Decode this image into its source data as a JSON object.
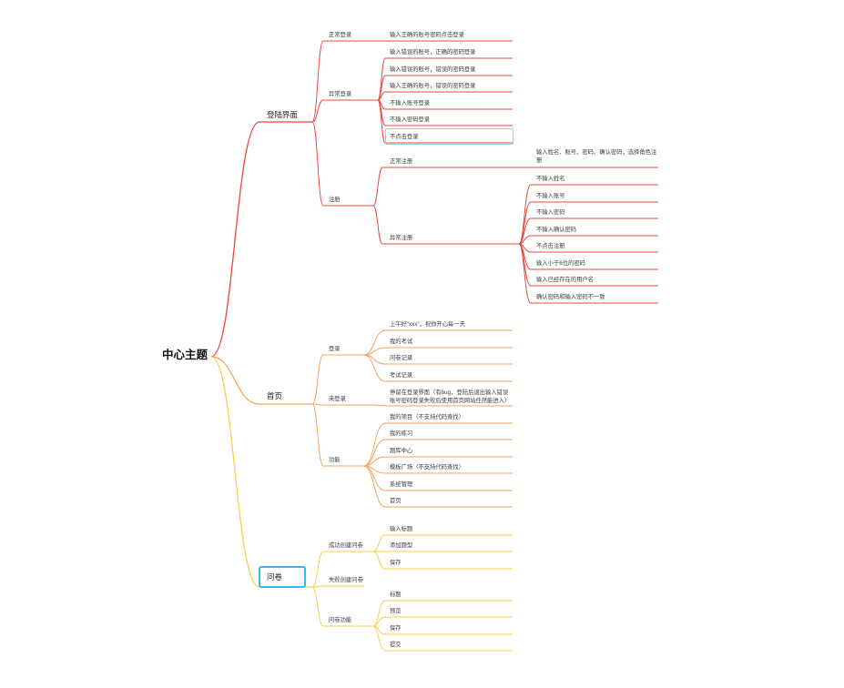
{
  "central_topic": "中心主题",
  "colors": {
    "login_branch": "#e8483d",
    "home_branch": "#f4a35c",
    "survey_branch": "#f6cf50",
    "selection_outline": "#39b5ef",
    "selection_outline_soft": "#8fd2f3"
  },
  "branches": [
    {
      "label": "登陆界面",
      "children": [
        {
          "label": "正常登录",
          "children": [
            {
              "label": "输入正确的账号密码点击登录"
            }
          ]
        },
        {
          "label": "异常登录",
          "children": [
            {
              "label": "输入错误的账号，正确的密码登录"
            },
            {
              "label": "输入错误的账号，错误的密码登录"
            },
            {
              "label": "输入正确的账号，错误的密码登录"
            },
            {
              "label": "不输入账号登录"
            },
            {
              "label": "不输入密码登录"
            },
            {
              "label": "不点击登录"
            }
          ]
        },
        {
          "label": "注册",
          "children": [
            {
              "label": "正常注册",
              "children": [
                {
                  "label": "输入姓名、账号、密码、确认密码，选择角色注册"
                }
              ]
            },
            {
              "label": "异常注册",
              "children": [
                {
                  "label": "不输入姓名"
                },
                {
                  "label": "不输入账号"
                },
                {
                  "label": "不输入密码"
                },
                {
                  "label": "不输入确认密码"
                },
                {
                  "label": "不点击注册"
                },
                {
                  "label": "输入小于6位的密码"
                },
                {
                  "label": "输入已经存在的用户名"
                },
                {
                  "label": "确认密码和输入密码不一致"
                }
              ]
            }
          ]
        }
      ]
    },
    {
      "label": "首页",
      "children": [
        {
          "label": "登录",
          "children": [
            {
              "label": "上午好“xxx”，祝你开心每一天"
            },
            {
              "label": "我的考试"
            },
            {
              "label": "问卷记录"
            },
            {
              "label": "考试记录"
            }
          ]
        },
        {
          "label": "未登录",
          "children": [
            {
              "label": "停留在登录界面（有bug，登陆后退出输入错误账号密码登录失败后使用首页网站任然能进入）"
            }
          ]
        },
        {
          "label": "功能",
          "children": [
            {
              "label": "我的项目（不支持代码查找）"
            },
            {
              "label": "我的练习"
            },
            {
              "label": "题库中心"
            },
            {
              "label": "模板广场（不支持代码查找）"
            },
            {
              "label": "系统管理"
            },
            {
              "label": "首页"
            }
          ]
        }
      ]
    },
    {
      "label": "问卷",
      "children": [
        {
          "label": "成功创建问卷",
          "children": [
            {
              "label": "输入标题"
            },
            {
              "label": "添加题型"
            },
            {
              "label": "保存"
            }
          ]
        },
        {
          "label": "失败创建问卷"
        },
        {
          "label": "问卷功能",
          "children": [
            {
              "label": "标题"
            },
            {
              "label": "预览"
            },
            {
              "label": "保存"
            },
            {
              "label": "提交"
            }
          ]
        }
      ]
    }
  ]
}
